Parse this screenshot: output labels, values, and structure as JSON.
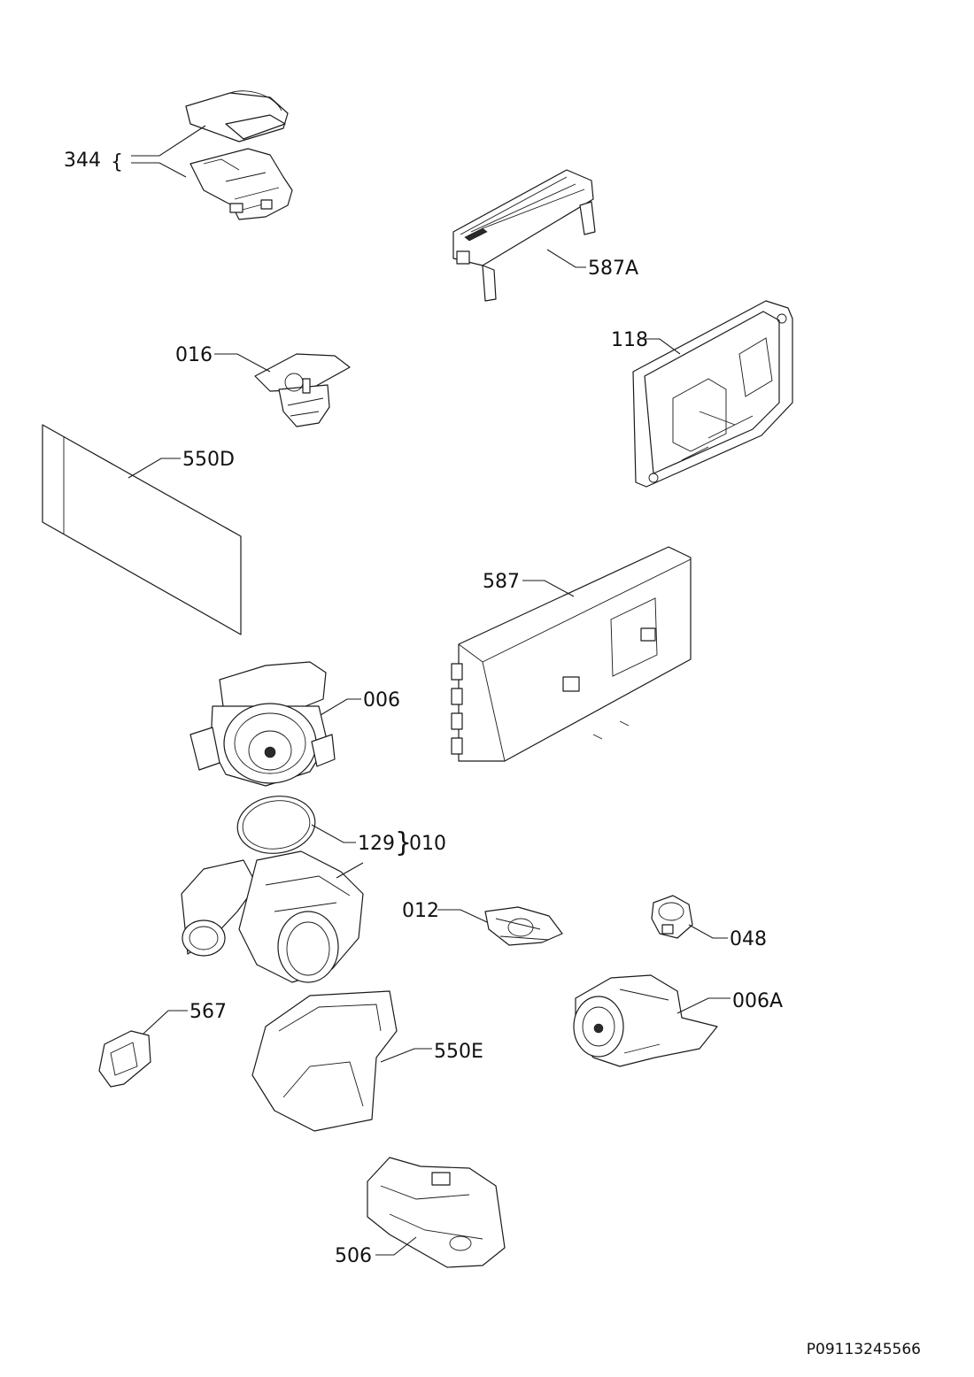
{
  "labels": {
    "p344": "344",
    "p587A": "587A",
    "p016": "016",
    "p118": "118",
    "p550D": "550D",
    "p587": "587",
    "p006": "006",
    "p129": "129",
    "p010": "010",
    "p012": "012",
    "p048": "048",
    "p567": "567",
    "p006A": "006A",
    "p550E": "550E",
    "p506": "506"
  },
  "brace_open": "{",
  "brace_close": "}",
  "reference_number": "P09113245566",
  "colors": {
    "line": "#1a1a1a",
    "background": "#ffffff"
  }
}
